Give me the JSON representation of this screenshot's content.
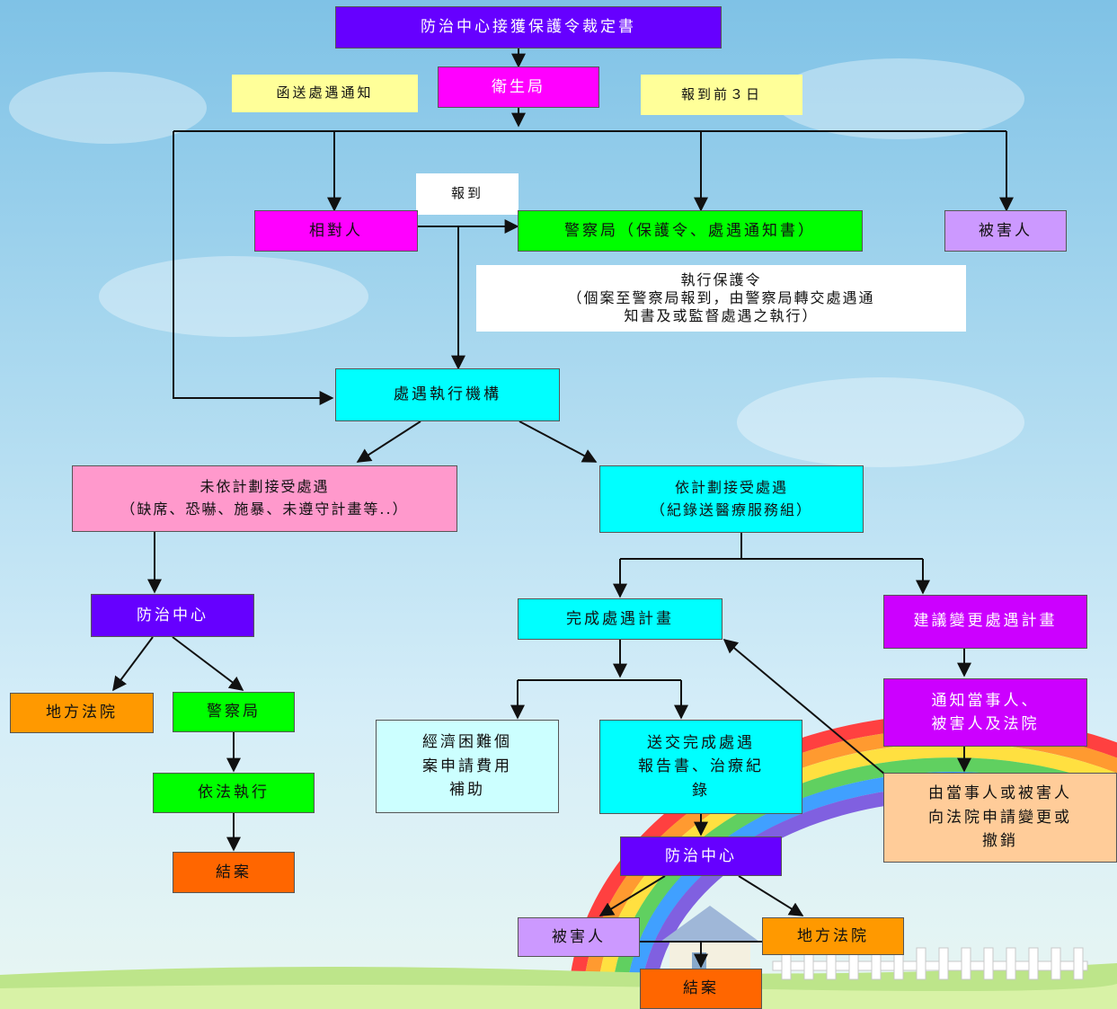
{
  "nodes": {
    "top": "防治中心接獲保護令裁定書",
    "health": "衛生局",
    "notice_left": "函送處遇通知",
    "notice_right": "報到前３日",
    "report": "報到",
    "respondent": "相對人",
    "police": "警察局（保護令、處遇通知書）",
    "victim": "被害人",
    "execute": "執行保護令\n（個案至警察局報到，由警察局轉交處遇通\n知書及或監督處遇之執行）",
    "agency": "處遇執行機構",
    "not_accept": "未依計劃接受處遇\n（缺席、恐嚇、施暴、未遵守計畫等..）",
    "accept": "依計劃接受處遇\n（紀錄送醫療服務組）",
    "center_left": "防治中心",
    "court_left": "地方法院",
    "police_left": "警察局",
    "enforce": "依法執行",
    "close_left": "結案",
    "complete": "完成處遇計畫",
    "suggest": "建議變更處遇計畫",
    "notify": "通知當事人、\n被害人及法院",
    "subsidy": "經濟困難個\n案申請費用\n補助",
    "send_report": "送交完成處遇\n報告書、治療紀\n錄",
    "apply": "由當事人或被害人\n向法院申請變更或\n撤銷",
    "center_right": "防治中心",
    "victim_right": "被害人",
    "court_right": "地方法院",
    "close_right": "結案"
  },
  "colors": {
    "purple": "#6600ff",
    "magenta": "#ff00ff",
    "yellow": "#ffff99",
    "green": "#00ff00",
    "lavender": "#cc99ff",
    "cyan": "#00ffff",
    "pink": "#ff99cc",
    "violet": "#cc00ff",
    "orange": "#ff9900",
    "red_orange": "#ff6600",
    "peach": "#ffcc99",
    "light_cyan": "#ccffff"
  }
}
